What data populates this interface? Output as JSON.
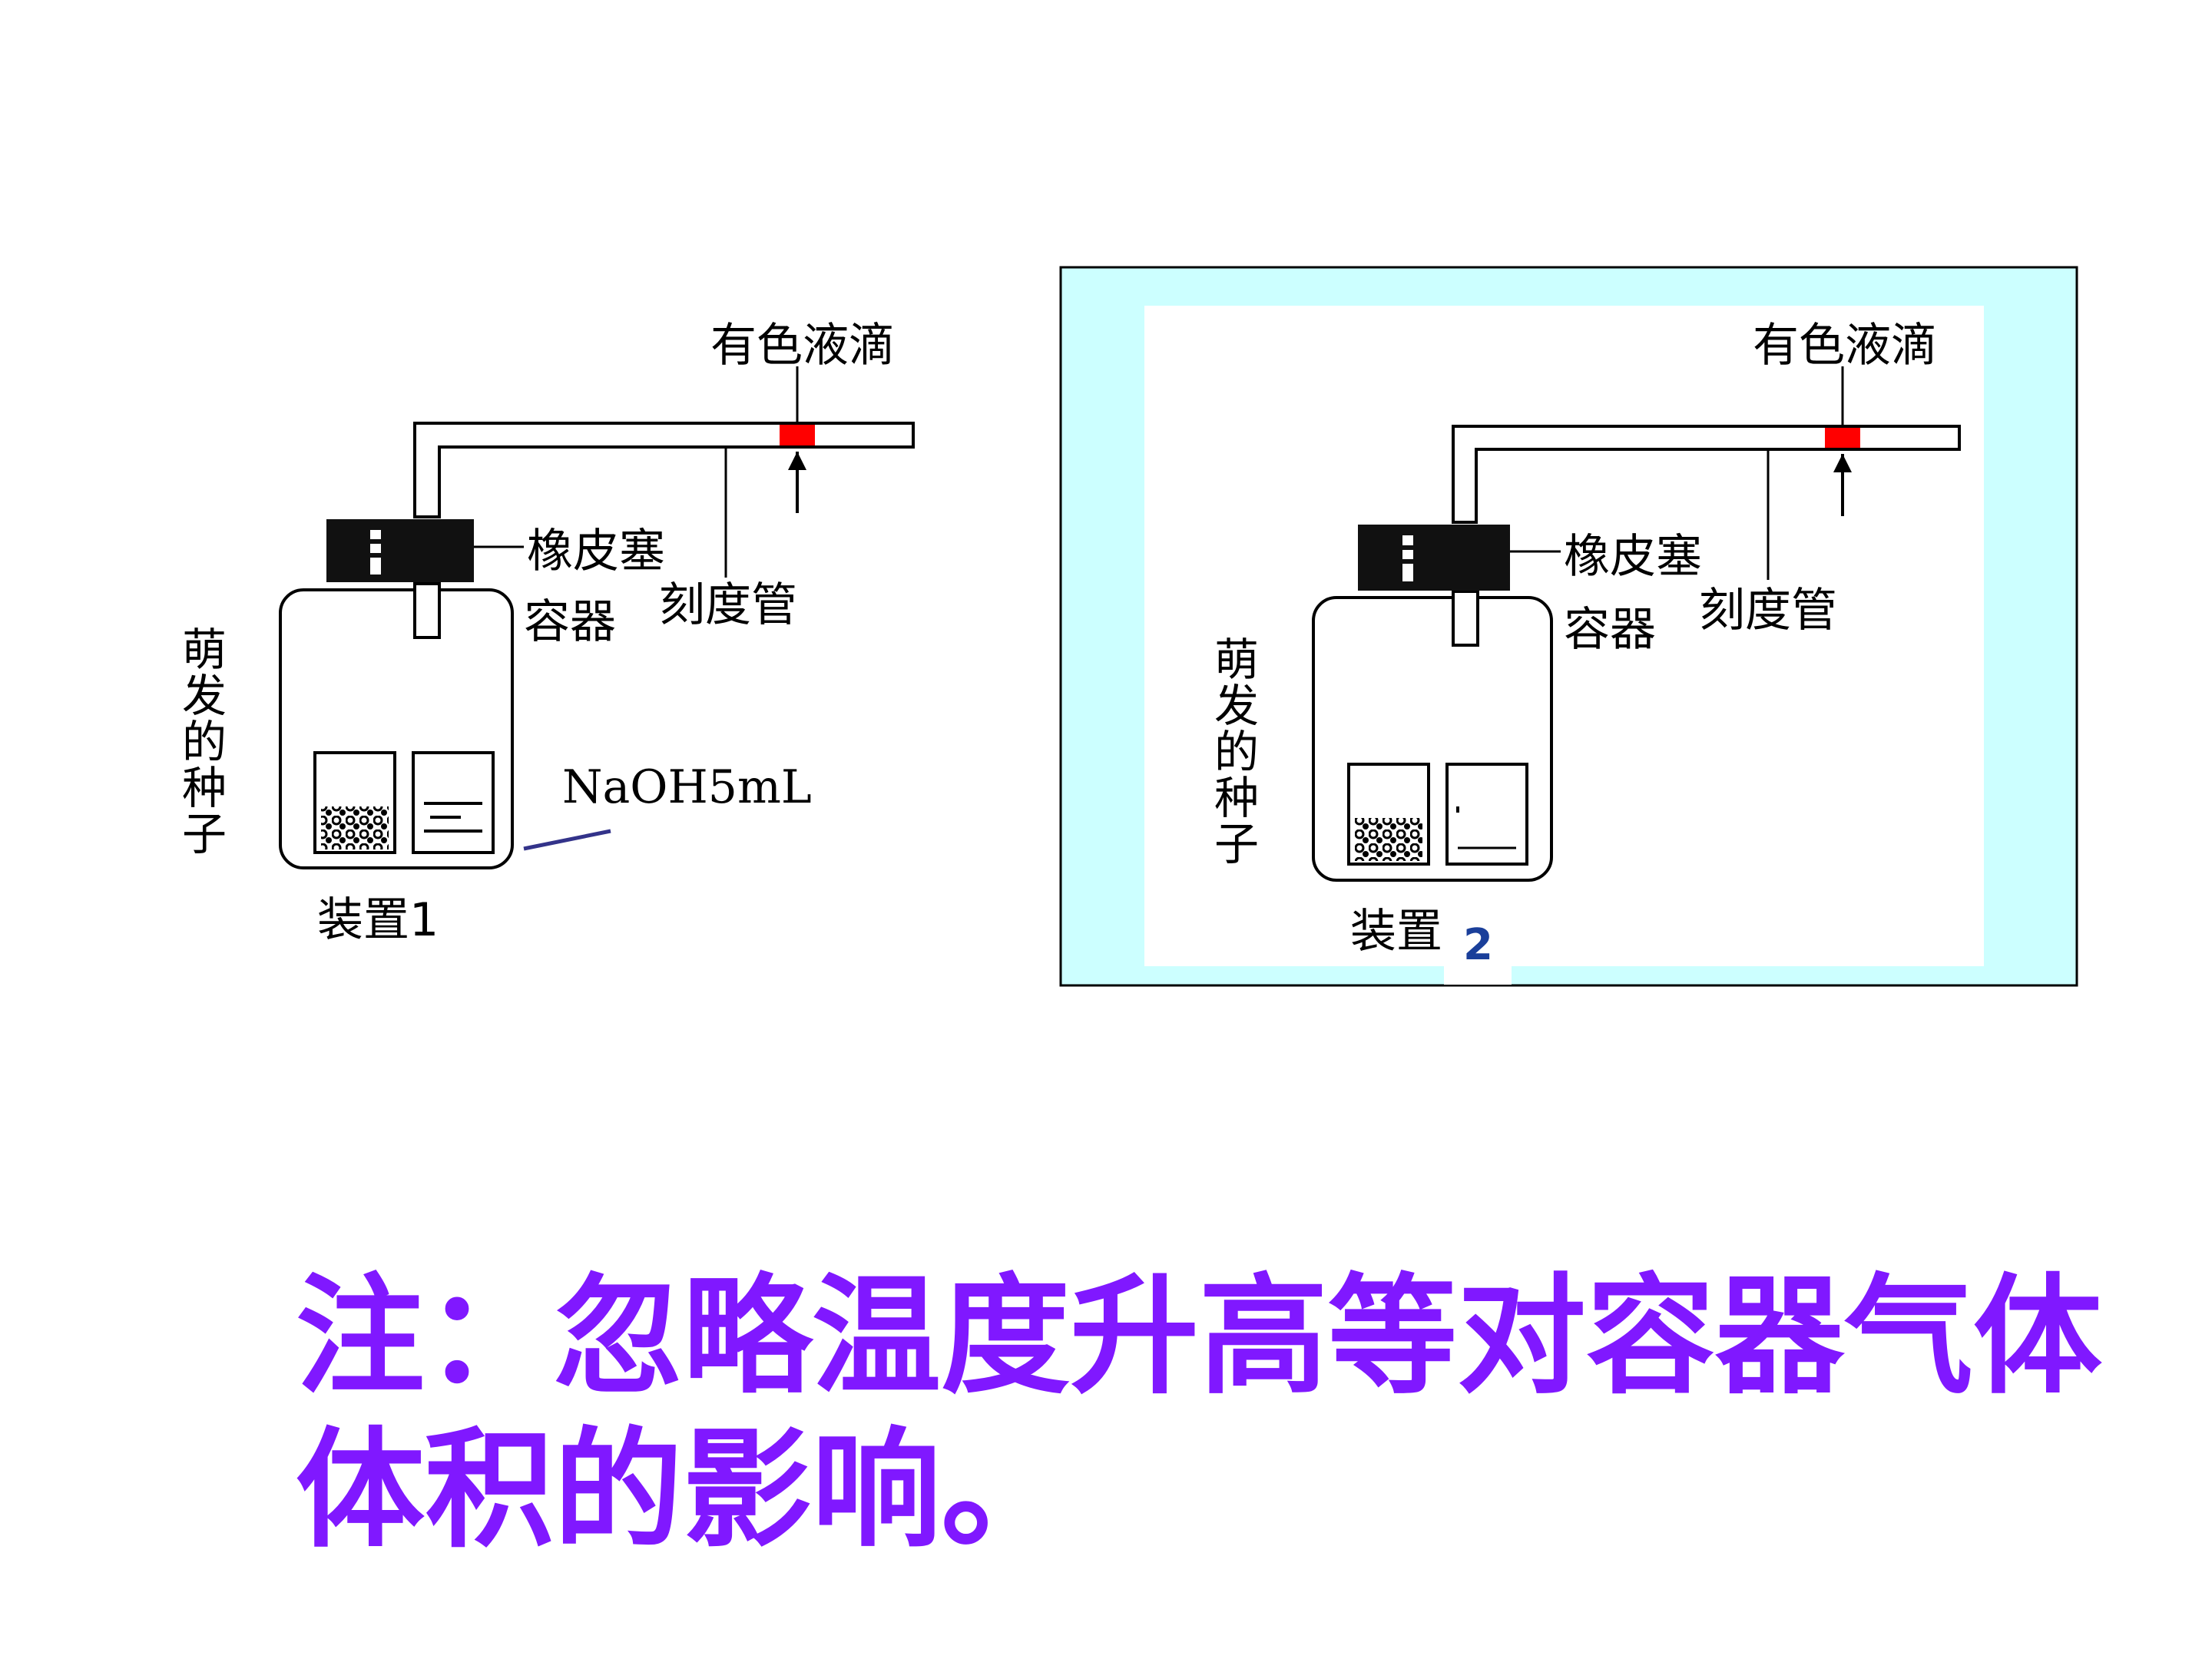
{
  "device1": {
    "colored_droplet": "有色液滴",
    "rubber_stopper": "橡皮塞",
    "graduated_tube": "刻度管",
    "container": "容器",
    "seeds": "萌发的种子",
    "naoh": "NaOH5mL",
    "caption": "装置1"
  },
  "device2": {
    "colored_droplet": "有色液滴",
    "rubber_stopper": "橡皮塞",
    "graduated_tube": "刻度管",
    "container": "容器",
    "seeds": "萌发的种子",
    "caption": "装置",
    "caption_number": "2"
  },
  "note": {
    "line1": "注：忽略温度升高等对容器气体",
    "line2": "体积的影响。"
  },
  "colors": {
    "droplet": "#ff0000",
    "panel_bg": "#ccffff",
    "note_text": "#8018ff",
    "caption_number": "#1a3f9a"
  }
}
